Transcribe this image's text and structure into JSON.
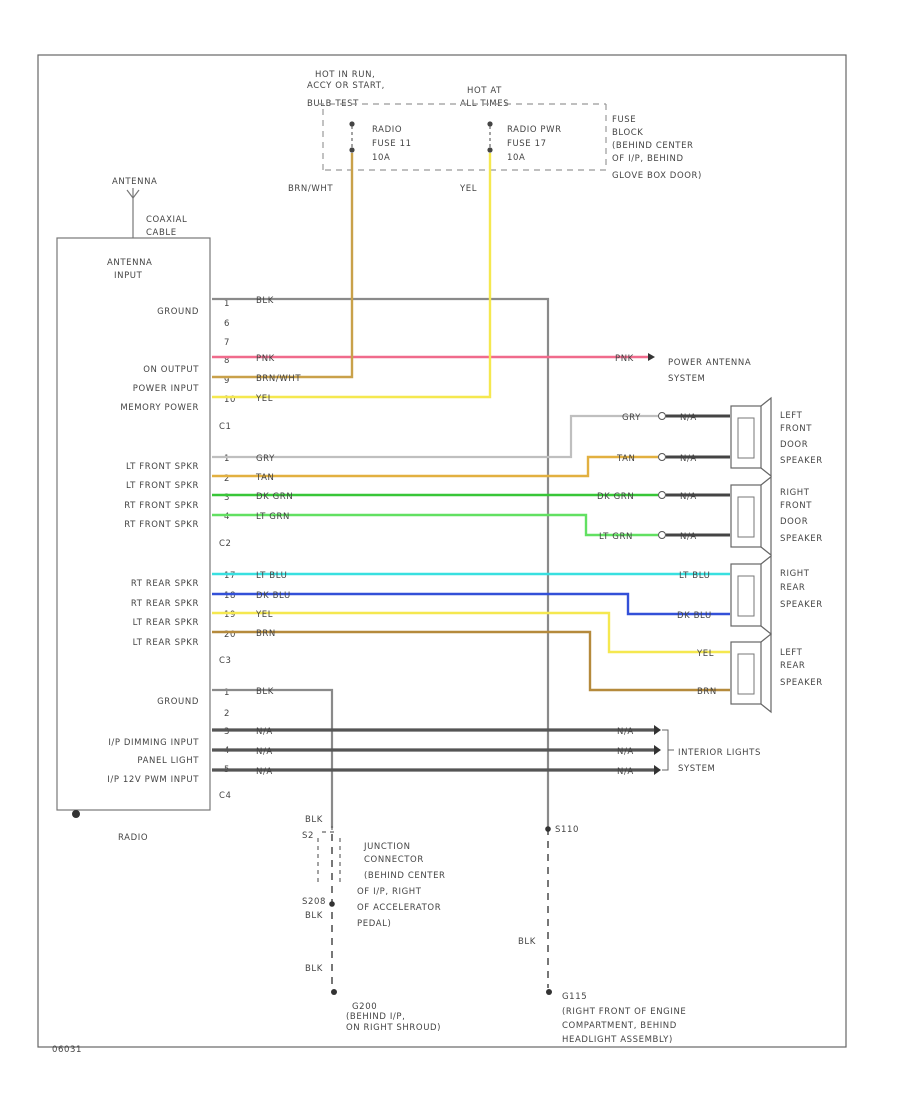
{
  "colors": {
    "BLK": "#8a8a8a",
    "PNK": "#f06b8c",
    "BRN_WHT": "#c9a14a",
    "YEL": "#f5e84f",
    "GRY": "#bfbfbf",
    "TAN": "#e2b040",
    "DK_GRN": "#38c638",
    "LT_GRN": "#62e062",
    "LT_BLU": "#38e0e0",
    "DK_BLU": "#3350d8",
    "BRN": "#b58a3c",
    "HIDDEN": "#555555",
    "BRN_WHT_UP": "#e8e090"
  },
  "top": {
    "hot_run_label": [
      "HOT IN RUN,",
      "ACCY OR START,",
      "BULB TEST"
    ],
    "hot_at_all_label": [
      "HOT AT",
      "ALL TIMES"
    ],
    "fuse_radio1": [
      "RADIO",
      "FUSE 11",
      "10A"
    ],
    "fuse_radio2": [
      "RADIO PWR",
      "FUSE 17",
      "10A"
    ],
    "fuse_block": [
      "FUSE",
      "BLOCK",
      "(BEHIND CENTER",
      "OF I/P, BEHIND",
      "GLOVE BOX DOOR)"
    ],
    "wire_brnwht": "BRN/WHT",
    "wire_yel": "YEL",
    "antenna": "ANTENNA",
    "coaxial": [
      "COAXIAL",
      "CABLE"
    ]
  },
  "radio": {
    "antenna_input": [
      "ANTENNA",
      "INPUT"
    ],
    "name": "RADIO",
    "c1": {
      "connector": "C1",
      "pins": [
        {
          "pin": "1",
          "label": "GROUND",
          "wire": "BLK"
        },
        {
          "pin": "6",
          "label": "",
          "wire": ""
        },
        {
          "pin": "7",
          "label": "",
          "wire": ""
        },
        {
          "pin": "8",
          "label": "ON OUTPUT",
          "wire": "PNK"
        },
        {
          "pin": "9",
          "label": "POWER INPUT",
          "wire": "BRN/WHT"
        },
        {
          "pin": "10",
          "label": "MEMORY POWER",
          "wire": "YEL"
        }
      ]
    },
    "c2": {
      "connector": "C2",
      "pins": [
        {
          "pin": "1",
          "label": "LT FRONT SPKR",
          "wire": "GRY"
        },
        {
          "pin": "2",
          "label": "LT FRONT SPKR",
          "wire": "TAN"
        },
        {
          "pin": "3",
          "label": "RT FRONT SPKR",
          "wire": "DK GRN"
        },
        {
          "pin": "4",
          "label": "RT FRONT SPKR",
          "wire": "LT GRN"
        }
      ]
    },
    "c3": {
      "connector": "C3",
      "pins": [
        {
          "pin": "17",
          "label": "RT REAR SPKR",
          "wire": "LT BLU"
        },
        {
          "pin": "18",
          "label": "RT REAR SPKR",
          "wire": "DK BLU"
        },
        {
          "pin": "19",
          "label": "LT REAR SPKR",
          "wire": "YEL"
        },
        {
          "pin": "20",
          "label": "LT REAR SPKR",
          "wire": "BRN"
        }
      ]
    },
    "c4": {
      "connector": "C4",
      "pins": [
        {
          "pin": "1",
          "label": "GROUND",
          "wire": "BLK"
        },
        {
          "pin": "2",
          "label": "",
          "wire": ""
        },
        {
          "pin": "3",
          "label": "I/P DIMMING INPUT",
          "wire": "N/A"
        },
        {
          "pin": "4",
          "label": "PANEL LIGHT",
          "wire": "N/A"
        },
        {
          "pin": "5",
          "label": "I/P 12V PWM INPUT",
          "wire": "N/A"
        }
      ]
    }
  },
  "right": {
    "power_antenna": [
      "POWER ANTENNA",
      "SYSTEM"
    ],
    "pnk_label": "PNK",
    "left_front": [
      "LEFT",
      "FRONT",
      "DOOR",
      "SPEAKER"
    ],
    "right_front": [
      "RIGHT",
      "FRONT",
      "DOOR",
      "SPEAKER"
    ],
    "right_rear": [
      "RIGHT",
      "REAR",
      "SPEAKER"
    ],
    "left_rear": [
      "LEFT",
      "REAR",
      "SPEAKER"
    ],
    "interior_lights": [
      "INTERIOR LIGHTS",
      "SYSTEM"
    ],
    "na": "N/A",
    "spk_wires": {
      "gry": "GRY",
      "tan": "TAN",
      "dkgrn": "DK GRN",
      "ltgrn": "LT GRN",
      "ltblu": "LT BLU",
      "dkblu": "DK BLU",
      "yel": "YEL",
      "brn": "BRN"
    }
  },
  "bottom": {
    "blk": "BLK",
    "s208": "S208",
    "s2": "S2",
    "junction": [
      "JUNCTION",
      "CONNECTOR",
      "(BEHIND CENTER",
      "OF I/P, RIGHT",
      "OF ACCELERATOR",
      "PEDAL)"
    ],
    "g200": "G200",
    "g200_desc": [
      "(BEHIND I/P,",
      "ON RIGHT SHROUD)"
    ],
    "g115": "G115",
    "g115_desc": [
      "(RIGHT FRONT OF ENGINE",
      "COMPARTMENT, BEHIND",
      "HEADLIGHT ASSEMBLY)"
    ],
    "s110": "S110",
    "page_id": "06031"
  }
}
